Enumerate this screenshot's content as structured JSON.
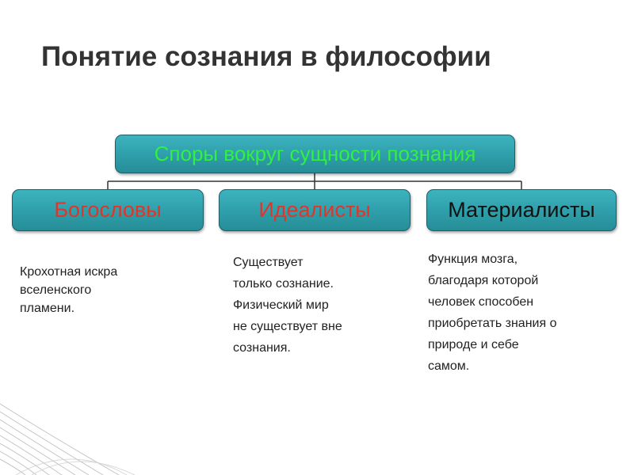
{
  "title": "Понятие сознания в философии",
  "diagram": {
    "root": {
      "label": "Споры вокруг сущности познания"
    },
    "children": [
      {
        "label": "Богословы",
        "description": [
          "Крохотная искра",
          "вселенского",
          "пламени."
        ]
      },
      {
        "label": "Идеалисты",
        "description": [
          "Существует",
          "только сознание.",
          "Физический мир",
          "не существует вне",
          "сознания."
        ]
      },
      {
        "label": "Материалисты",
        "description": [
          "Функция мозга,",
          "благодаря которой",
          "человек способен",
          "приобретать знания о",
          "природе и себе",
          "самом."
        ]
      }
    ]
  },
  "colors": {
    "box_fill": "#2e9ea9",
    "root_text": "#33ee44",
    "highlight_text": "#e0352b",
    "plain_text": "#111111"
  }
}
